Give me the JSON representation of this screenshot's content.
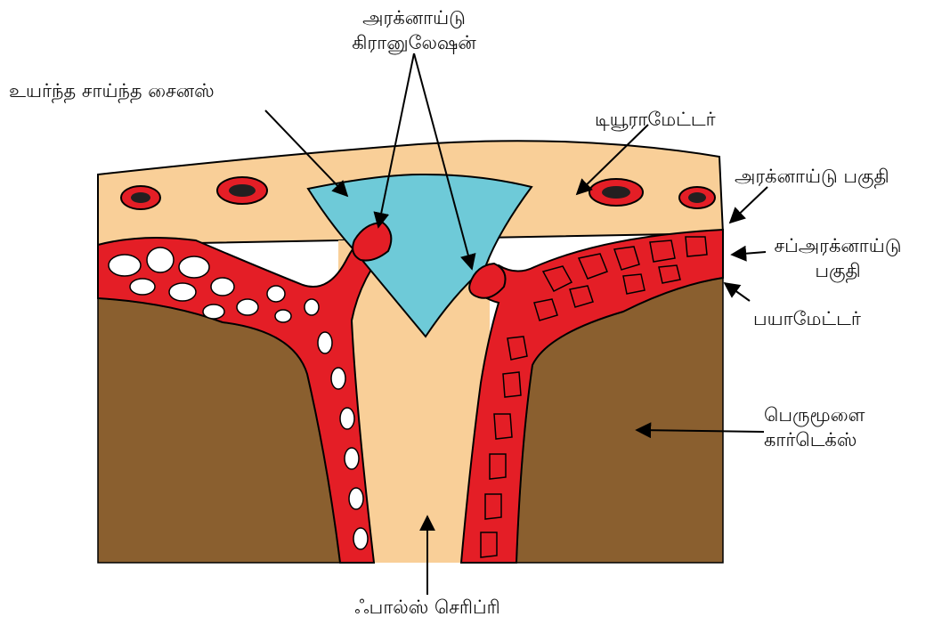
{
  "labels": {
    "arachnoid_granulation": [
      "அரக்னாய்டு",
      "கிரானுலேஷன்"
    ],
    "superior_sagittal_sinus": "உயர்ந்த சாய்ந்த சைனஸ்",
    "dura_mater": "டியூராமேட்டர்",
    "arachnoid_layer": "அரக்னாய்டு பகுதி",
    "subarachnoid_space": [
      "சப்அரக்னாய்டு",
      "பகுதி"
    ],
    "pia_mater": "பயாமேட்டர்",
    "cerebral_cortex": [
      "பெருமூளை",
      "கார்டெக்ஸ்"
    ],
    "falx_cerebri": "ஃபால்ஸ் செரிப்ரி"
  },
  "colors": {
    "dura": "#F9CF98",
    "sinus": "#6ECAD8",
    "subarachnoid": "#E41E26",
    "cortex": "#8A5F2F",
    "vessel_ring": "#E41E26",
    "vessel_core": "#231F20",
    "outline": "#000000",
    "text": "#111111"
  }
}
